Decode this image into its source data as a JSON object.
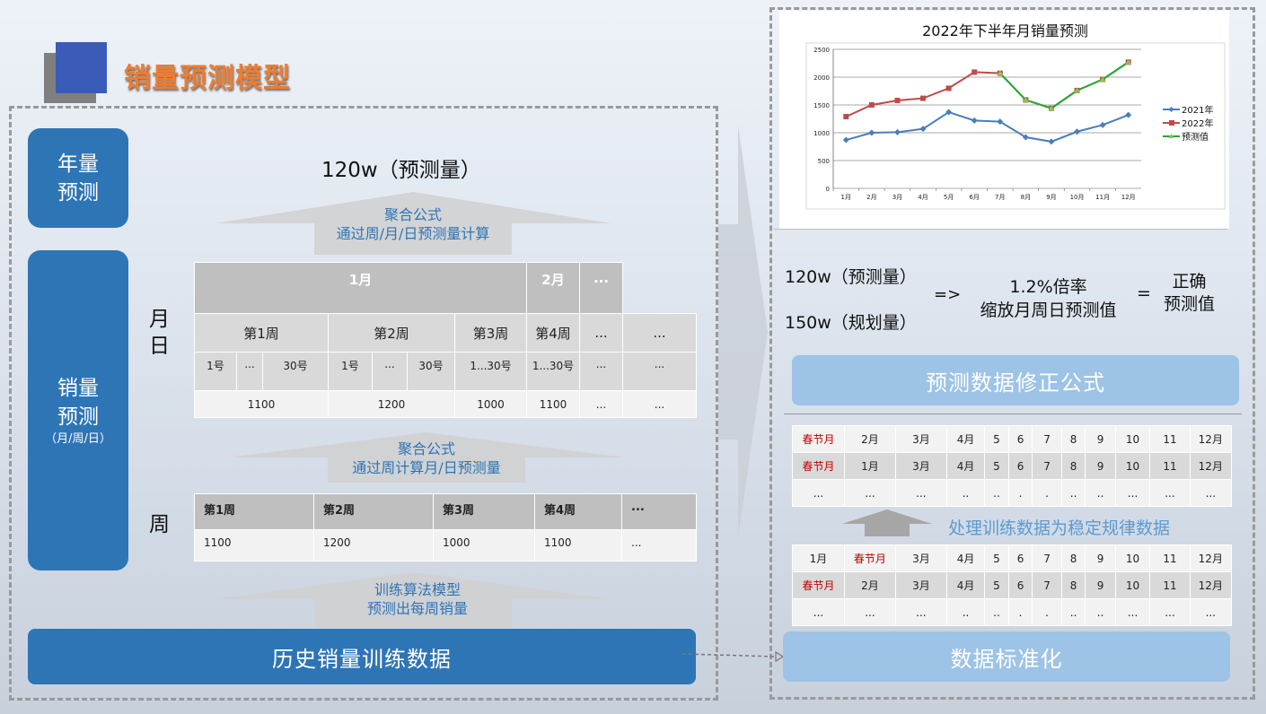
{
  "title": "销量预测模型",
  "left": {
    "annual_label": [
      "年量",
      "预测"
    ],
    "sales_label": [
      "销量",
      "预测"
    ],
    "sales_sub": "（月/周/日）",
    "top_value": "120w（预测量）",
    "formula1": [
      "聚合公式",
      "通过周/月/日预测量计算"
    ],
    "row_label_month": [
      "月",
      "日"
    ],
    "row_label_week": "周",
    "formula2": [
      "聚合公式",
      "通过周计算月/日预测量"
    ],
    "formula3": [
      "训练算法模型",
      "预测出每周销量"
    ],
    "history_button": "历史销量训练数据",
    "month_table": {
      "months": [
        "1月",
        "2月",
        "..."
      ],
      "weeks": [
        "第1周",
        "第2周",
        "第3周",
        "第4周",
        "...",
        "..."
      ],
      "days": [
        "1号",
        "...",
        "30号",
        "1号",
        "...",
        "30号",
        "1...30号",
        "1...30号",
        "...",
        "..."
      ],
      "values": [
        "1100",
        "1200",
        "1000",
        "1100",
        "...",
        "..."
      ]
    },
    "week_table": {
      "weeks": [
        "第1周",
        "第2周",
        "第3周",
        "第4周",
        "..."
      ],
      "values": [
        "1100",
        "1200",
        "1000",
        "1100",
        "..."
      ]
    }
  },
  "right": {
    "predicted": "120w（预测量）",
    "planned": "150w（规划量）",
    "arrow_text": "=>",
    "rate_line1": "1.2%倍率",
    "rate_line2": "缩放月周日预测值",
    "equals": "=",
    "correct": [
      "正确",
      "预测值"
    ],
    "correction_button": "预测数据修正公式",
    "process_caption": "处理训练数据为稳定规律数据",
    "standardize_button": "数据标准化",
    "table_top": [
      [
        "春节月",
        "2月",
        "3月",
        "4月",
        "5",
        "6",
        "7",
        "8",
        "9",
        "10",
        "11",
        "12月"
      ],
      [
        "春节月",
        "1月",
        "3月",
        "4月",
        "5",
        "6",
        "7",
        "8",
        "9",
        "10",
        "11",
        "12月"
      ],
      [
        "...",
        "...",
        "...",
        "..",
        "..",
        ".",
        ".",
        "..",
        "..",
        "...",
        "...",
        "..."
      ]
    ],
    "table_bottom": [
      [
        "1月",
        "春节月",
        "3月",
        "4月",
        "5",
        "6",
        "7",
        "8",
        "9",
        "10",
        "11",
        "12月"
      ],
      [
        "春节月",
        "2月",
        "3月",
        "4月",
        "5",
        "6",
        "7",
        "8",
        "9",
        "10",
        "11",
        "12月"
      ],
      [
        "...",
        "...",
        "...",
        "..",
        "..",
        ".",
        ".",
        "..",
        "..",
        "...",
        "...",
        "..."
      ]
    ]
  },
  "colors": {
    "blue": "#2e75b6",
    "light_blue": "#9dc3e6",
    "orange": "#ed7d31",
    "series_2021": "#4a7ebb",
    "series_2022": "#be4b48",
    "series_pred": "#22aa33"
  },
  "chart_data": {
    "type": "line",
    "title": "2022年下半年月销量预测",
    "categories": [
      "1月",
      "2月",
      "3月",
      "4月",
      "5月",
      "6月",
      "7月",
      "8月",
      "9月",
      "10月",
      "11月",
      "12月"
    ],
    "ylim": [
      0,
      2500
    ],
    "yticks": [
      "0",
      "500",
      "1000",
      "1500",
      "2000",
      "2500"
    ],
    "legend_position": "right",
    "series": [
      {
        "name": "2021年",
        "color": "#4a7ebb",
        "values": [
          870,
          1000,
          1010,
          1070,
          1370,
          1220,
          1200,
          920,
          840,
          1020,
          1140,
          1320
        ]
      },
      {
        "name": "2022年",
        "color": "#be4b48",
        "values": [
          1290,
          1500,
          1580,
          1620,
          1800,
          2090,
          2070,
          1590,
          1440,
          1760,
          1960,
          2270
        ]
      },
      {
        "name": "预测值",
        "color": "#22aa33",
        "values": [
          null,
          null,
          null,
          null,
          null,
          null,
          2070,
          1590,
          1440,
          1760,
          1960,
          2270
        ]
      }
    ]
  }
}
